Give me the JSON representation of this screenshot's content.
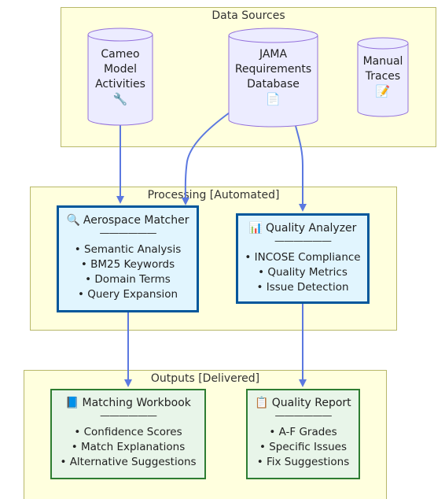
{
  "clusters": {
    "sources": "Data Sources",
    "processing": "Processing [Automated]",
    "outputs": "Outputs [Delivered]"
  },
  "sources": {
    "cameo": {
      "lines": [
        "Cameo",
        "Model",
        "Activities"
      ],
      "icon": "🔧"
    },
    "jama": {
      "lines": [
        "JAMA",
        "Requirements",
        "Database"
      ],
      "icon": "📄"
    },
    "manual": {
      "lines": [
        "Manual",
        "Traces"
      ],
      "icon": "📝"
    }
  },
  "processing": {
    "matcher": {
      "icon": "🔍",
      "title": "Aerospace Matcher",
      "rule": "——————",
      "items": [
        "• Semantic Analysis",
        "• BM25 Keywords",
        "• Domain Terms",
        "• Query Expansion"
      ]
    },
    "analyzer": {
      "icon": "📊",
      "title": "Quality Analyzer",
      "rule": "——————",
      "items": [
        "• INCOSE Compliance",
        "• Quality Metrics",
        "• Issue Detection"
      ]
    }
  },
  "outputs": {
    "workbook": {
      "icon": "📘",
      "title": "Matching Workbook",
      "rule": "——————",
      "items": [
        "• Confidence Scores",
        "• Match Explanations",
        "• Alternative Suggestions"
      ]
    },
    "report": {
      "icon": "📋",
      "title": "Quality Report",
      "rule": "——————",
      "items": [
        "• A-F Grades",
        "• Specific Issues",
        "• Fix Suggestions"
      ]
    }
  },
  "colors": {
    "cluster_fill": "#ffffde",
    "cluster_border": "#b8b86a",
    "cylinder_fill": "#ececff",
    "cylinder_border": "#9370db",
    "process_fill": "#e1f5fe",
    "process_border": "#01579b",
    "output_fill": "#e8f5e9",
    "output_border": "#2e7d32",
    "edge": "#5b78e0"
  }
}
